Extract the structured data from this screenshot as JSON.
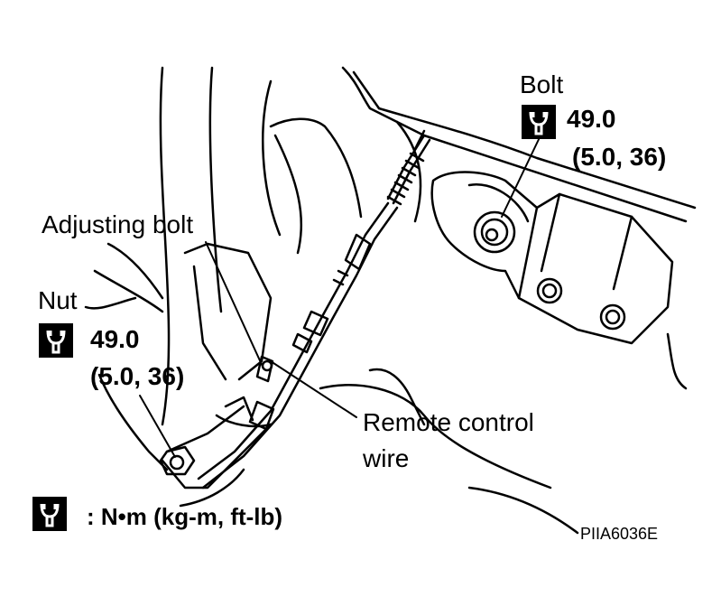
{
  "labels": {
    "bolt": "Bolt",
    "bolt_torque_value": "49.0",
    "bolt_torque_alt": "(5.0, 36)",
    "adjusting_bolt": "Adjusting bolt",
    "nut": "Nut",
    "nut_torque_value": "49.0",
    "nut_torque_alt": "(5.0, 36)",
    "remote_control_wire_line1": "Remote control",
    "remote_control_wire_line2": "wire",
    "legend_units": ":  N•m  (kg-m,  ft-lb)",
    "figure_code": "PIIA6036E"
  },
  "icons": {
    "torque": "torque-wrench-icon"
  },
  "colors": {
    "line": "#000000",
    "background": "#ffffff"
  }
}
